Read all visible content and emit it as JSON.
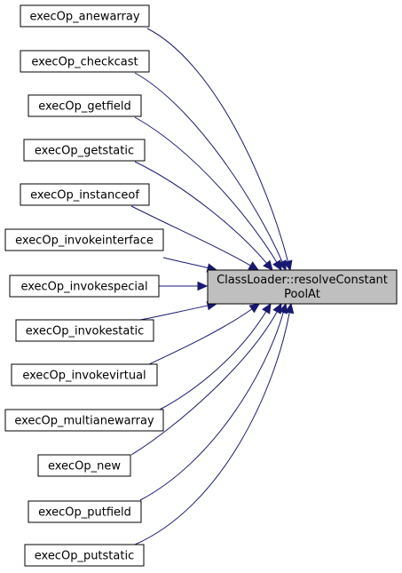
{
  "graph": {
    "target": {
      "line1": "ClassLoader::resolveConstant",
      "line2": "PoolAt"
    },
    "callers": [
      "execOp_anewarray",
      "execOp_checkcast",
      "execOp_getfield",
      "execOp_getstatic",
      "execOp_instanceof",
      "execOp_invokeinterface",
      "execOp_invokespecial",
      "execOp_invokestatic",
      "execOp_invokevirtual",
      "execOp_multianewarray",
      "execOp_new",
      "execOp_putfield",
      "execOp_putstatic"
    ],
    "colors": {
      "edge": "#191970",
      "target_fill": "#bfbfbf",
      "node_fill": "#ffffff",
      "border": "#000000"
    }
  }
}
